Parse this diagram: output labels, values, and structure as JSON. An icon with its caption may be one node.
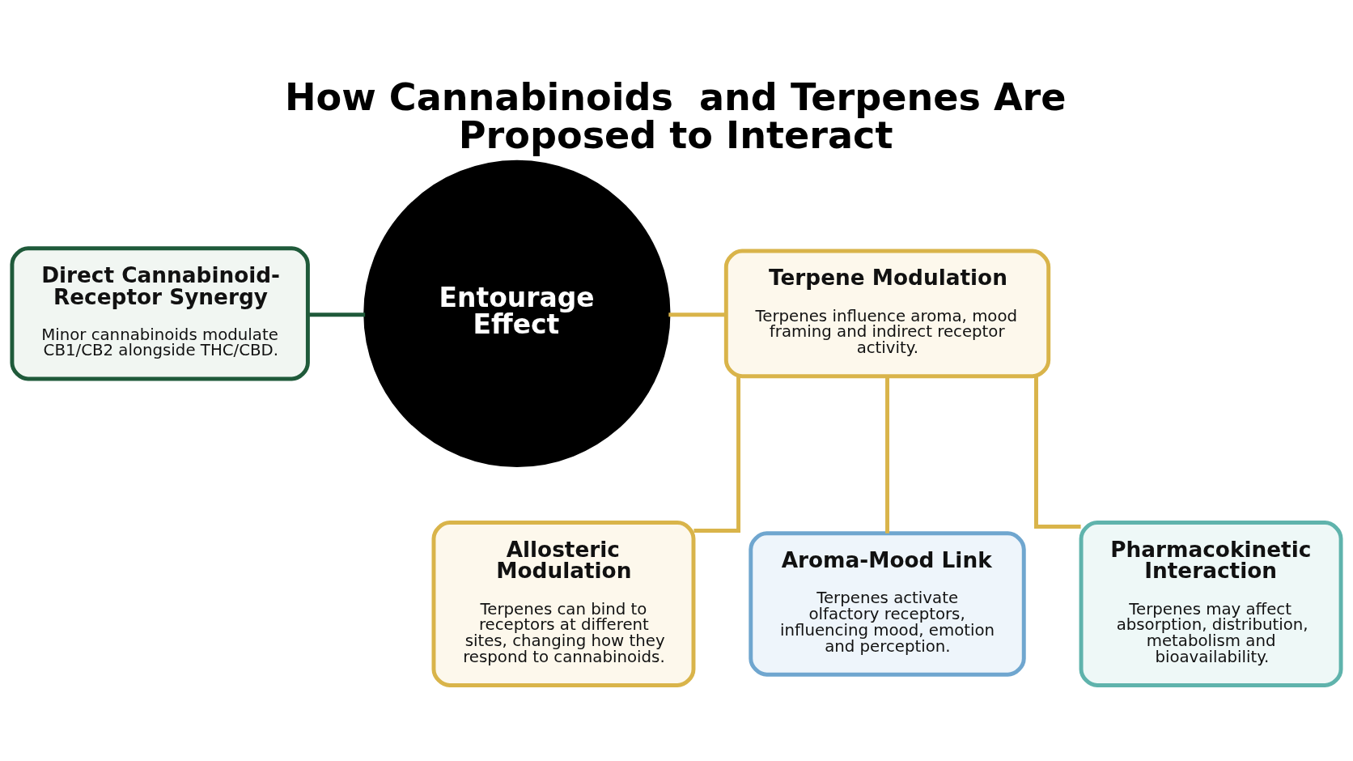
{
  "diagram": {
    "title": "How Cannabinoids  and Terpenes Are Proposed to Interact",
    "nodes": [
      {
        "text": [
          "Entourage Effect"
        ]
      },
      {
        "text": [
          "Direct Cannabinoid-Receptor Synergy",
          "Minor cannabinoids modulate CB1/CB2 alongside THC/CBD."
        ]
      },
      {
        "text": [
          "Terpene Modulation",
          "Terpenes influence aroma, mood framing and indirect receptor activity."
        ]
      },
      {
        "text": [
          "Allosteric Modulation",
          "Terpenes can bind to receptors at different sites, changing how they respond to cannabinoids."
        ]
      },
      {
        "text": [
          "Aroma-Mood Link",
          "Terpenes activate olfactory receptors, influencing mood, emotion and perception."
        ]
      },
      {
        "text": [
          "Pharmacokinetic Interaction",
          "Terpenes may affect absorption, distribution, metabolism and bioavailability."
        ]
      }
    ],
    "edges": [
      {
        "from": 0,
        "to": 1,
        "arrow": "none",
        "color": "#1f5a3a"
      },
      {
        "from": 0,
        "to": 2,
        "arrow": "none"
      },
      {
        "from": 2,
        "to": 3,
        "arrow": "none"
      },
      {
        "from": 2,
        "to": 4,
        "arrow": "none"
      },
      {
        "from": 2,
        "to": 5,
        "arrow": "none"
      }
    ]
  }
}
